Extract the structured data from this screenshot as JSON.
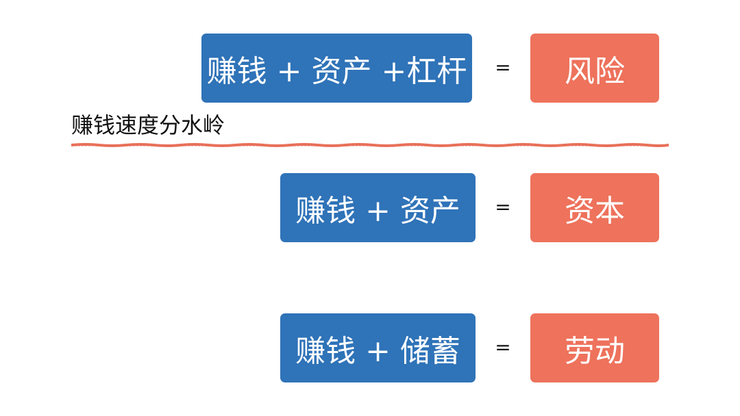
{
  "rows": [
    {
      "left": "赚钱 + 资产 +杠杆",
      "operator": "=",
      "right": "风险"
    },
    {
      "left": "赚钱 + 资产",
      "operator": "=",
      "right": "资本"
    },
    {
      "left": "赚钱 + 储蓄",
      "operator": "=",
      "right": "劳动"
    }
  ],
  "divider": {
    "label": "赚钱速度分水岭"
  },
  "colors": {
    "left_box": "#2f73b8",
    "right_box": "#ee725c",
    "divider_line": "#e8705a"
  }
}
